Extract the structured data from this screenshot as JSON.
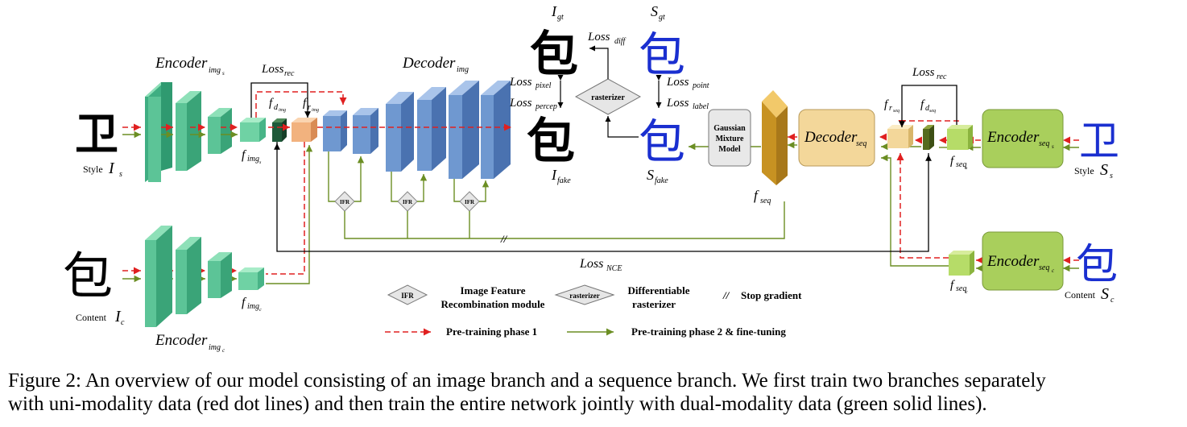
{
  "figure": {
    "encoder_img_s": {
      "main": "Encoder",
      "sub": "img",
      "subsub": "s"
    },
    "encoder_img_c": {
      "main": "Encoder",
      "sub": "img",
      "subsub": "c"
    },
    "decoder_img": {
      "main": "Decoder",
      "sub": "img"
    },
    "decoder_seq": {
      "main": "Decoder",
      "sub": "seq"
    },
    "encoder_seq_s": {
      "main": "Encoder",
      "sub": "seq",
      "subsub": "s"
    },
    "encoder_seq_c": {
      "main": "Encoder",
      "sub": "seq",
      "subsub": "c"
    },
    "loss_rec": {
      "main": "Loss",
      "sub": "rec"
    },
    "loss_diff": {
      "main": "Loss",
      "sub": "diff"
    },
    "loss_pixel": {
      "main": "Loss",
      "sub": "pixel"
    },
    "loss_percep": {
      "main": "Loss",
      "sub": "percep"
    },
    "loss_point": {
      "main": "Loss",
      "sub": "point"
    },
    "loss_label": {
      "main": "Loss",
      "sub": "label"
    },
    "loss_nce": {
      "main": "Loss",
      "sub": "NCE"
    },
    "i_gt": {
      "main": "I",
      "sub": "gt"
    },
    "i_fake": {
      "main": "I",
      "sub": "fake"
    },
    "s_gt": {
      "main": "S",
      "sub": "gt"
    },
    "s_fake": {
      "main": "S",
      "sub": "fake"
    },
    "f_img_s": {
      "main": "f",
      "sub": "img",
      "subsub": "s"
    },
    "f_img_c": {
      "main": "f",
      "sub": "img",
      "subsub": "c"
    },
    "f_d_img": {
      "main": "f",
      "sub": "d",
      "subsub": "img"
    },
    "f_r_img": {
      "main": "f",
      "sub": "r",
      "subsub": "img"
    },
    "f_seq": {
      "main": "f",
      "sub": "seq"
    },
    "f_r_seq": {
      "main": "f",
      "sub": "r",
      "subsub": "seq"
    },
    "f_d_seq": {
      "main": "f",
      "sub": "d",
      "subsub": "seq"
    },
    "f_seq_s": {
      "main": "f",
      "sub": "seq",
      "subsub": "s"
    },
    "f_seq_c": {
      "main": "f",
      "sub": "seq",
      "subsub": "c"
    },
    "style_img_label": "Style",
    "style_img_symbol": {
      "main": "I",
      "sub": "s"
    },
    "content_img_label": "Content",
    "content_img_symbol": {
      "main": "I",
      "sub": "c"
    },
    "style_seq_label": "Style",
    "style_seq_symbol": {
      "main": "S",
      "sub": "s"
    },
    "content_seq_label": "Content",
    "content_seq_symbol": {
      "main": "S",
      "sub": "c"
    },
    "glyph_style": "卫",
    "glyph_content": "包",
    "ifr": "IFR",
    "rasterizer": "rasterizer",
    "gmm_lines": [
      "Gaussian",
      "Mixture",
      "Model"
    ],
    "legend": {
      "ifr_name_1": "Image Feature",
      "ifr_name_2": "Recombination module",
      "rasterizer_name_1": "Differentiable",
      "rasterizer_name_2": "rasterizer",
      "stop_symbol": "//",
      "stop_gradient": "Stop gradient",
      "phase1": "Pre-training phase 1",
      "phase2": "Pre-training phase 2 & fine-tuning"
    },
    "colors": {
      "red_dashed": "#e02020",
      "green_solid": "#6b8e23",
      "encoder_img": "#5cc497",
      "decoder_img": "#5b87c5",
      "decoder_seq": "#f3d79a",
      "encoder_seq": "#a9cf5c",
      "f_seq_bar": "#d4a02a",
      "gmm_box": "#e8e8e8",
      "glyph_blue": "#1a2fd0"
    }
  },
  "caption": {
    "prefix": "Figure 2: An overview of our model consisting of an image branch and a sequence branch. We first train two branches separately",
    "line2": "with uni-modality data (red dot lines) and then train the entire network jointly with dual-modality data (green solid lines)."
  }
}
